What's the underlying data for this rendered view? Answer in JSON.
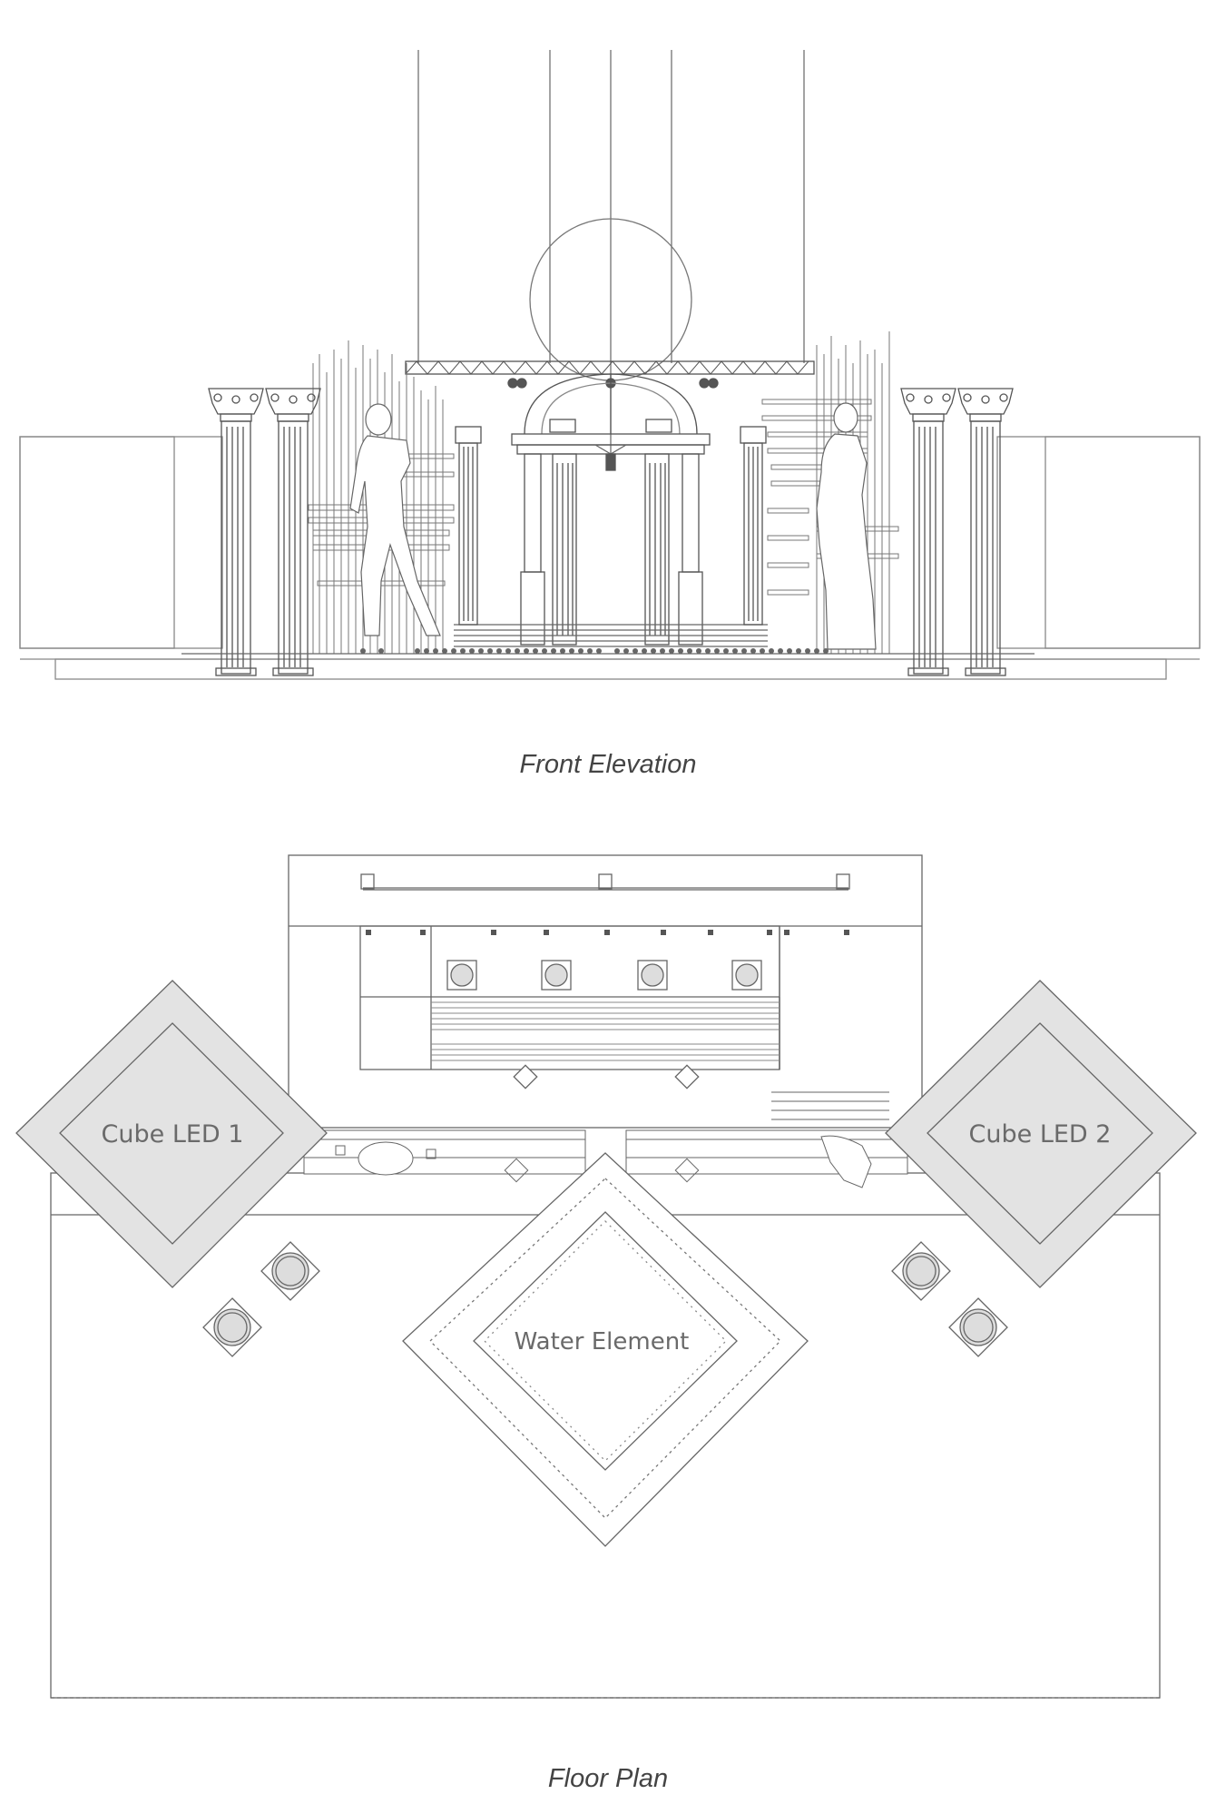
{
  "captions": {
    "front_elevation": "Front Elevation",
    "floor_plan": "Floor Plan"
  },
  "floor_plan": {
    "labels": {
      "cube_led_1": "Cube LED 1",
      "cube_led_2": "Cube LED 2",
      "water_element": "Water Element"
    }
  },
  "colors": {
    "line": "#555555",
    "fill_gray": "#e3e3e3",
    "label": "#6a6a6a",
    "caption": "#444444"
  }
}
